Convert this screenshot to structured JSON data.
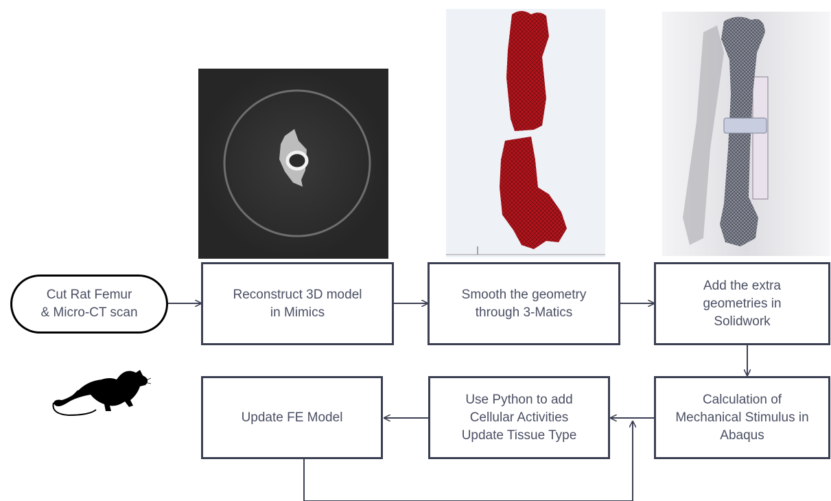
{
  "flow": {
    "start": "Cut Rat Femur\n& Micro-CT scan",
    "step1": "Reconstruct 3D model\nin Mimics",
    "step2": "Smooth the geometry\nthrough 3-Matics",
    "step3": "Add the extra\ngeometries in\nSolidwork",
    "step4": "Calculation of\nMechanical Stimulus in\nAbaqus",
    "step5": "Use Python to add\nCellular Activities\nUpdate Tissue Type",
    "step6": "Update FE Model"
  },
  "colors": {
    "box_border": "#3b3f52",
    "text": "#4a4f63",
    "ct_background": "#2a2a2a",
    "bone_mesh_red": "#b3151c",
    "bone_mesh_gray": "#5a5e6a"
  },
  "icons": {
    "ct_scan": "micro-ct-slice-image",
    "red_mesh": "red-bone-mesh-image",
    "gray_mesh": "femur-with-fixator-image",
    "rat": "rat-silhouette-icon"
  }
}
